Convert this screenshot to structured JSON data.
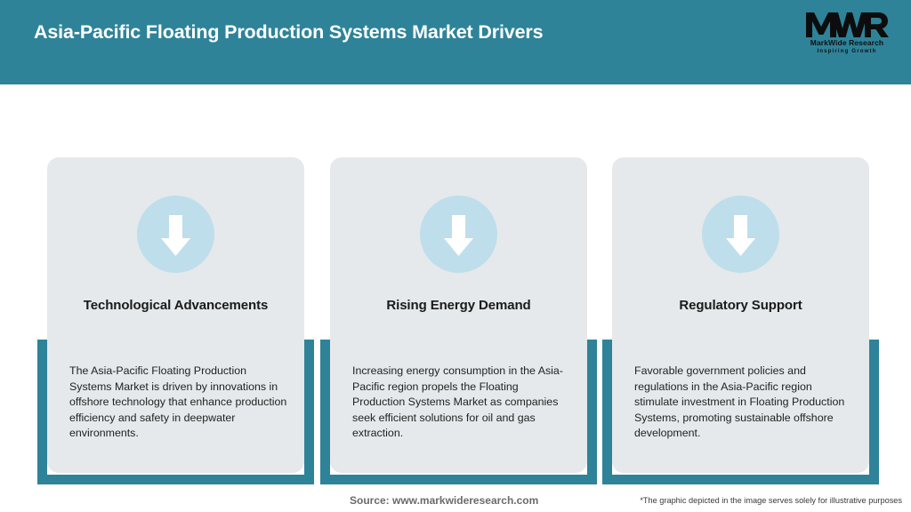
{
  "header": {
    "title": "Asia-Pacific Floating Production Systems Market Drivers",
    "background_color": "#2e8399",
    "title_color": "#ffffff"
  },
  "logo": {
    "mark": "MWR",
    "name": "MarkWide Research",
    "tagline": "Inspiring Growth"
  },
  "theme": {
    "accent": "#2e8399",
    "card_background": "#e5e9eb",
    "icon_circle": "#bfdeeb",
    "arrow": "#ffffff"
  },
  "cards": [
    {
      "icon": "arrow-down-icon",
      "title": "Technological Advancements",
      "body": "The Asia-Pacific Floating Production Systems Market is driven by innovations in offshore technology that enhance production efficiency and safety in deepwater environments."
    },
    {
      "icon": "arrow-down-icon",
      "title": "Rising Energy Demand",
      "body": "Increasing energy consumption in the Asia-Pacific region propels the Floating Production Systems Market as companies seek efficient solutions for oil and gas extraction."
    },
    {
      "icon": "arrow-down-icon",
      "title": "Regulatory Support",
      "body": "Favorable government policies and regulations in the Asia-Pacific region stimulate investment in Floating Production Systems, promoting sustainable offshore development."
    }
  ],
  "footer": {
    "source": "Source: www.markwideresearch.com",
    "disclaimer": "*The graphic depicted in the image serves solely for illustrative purposes"
  }
}
